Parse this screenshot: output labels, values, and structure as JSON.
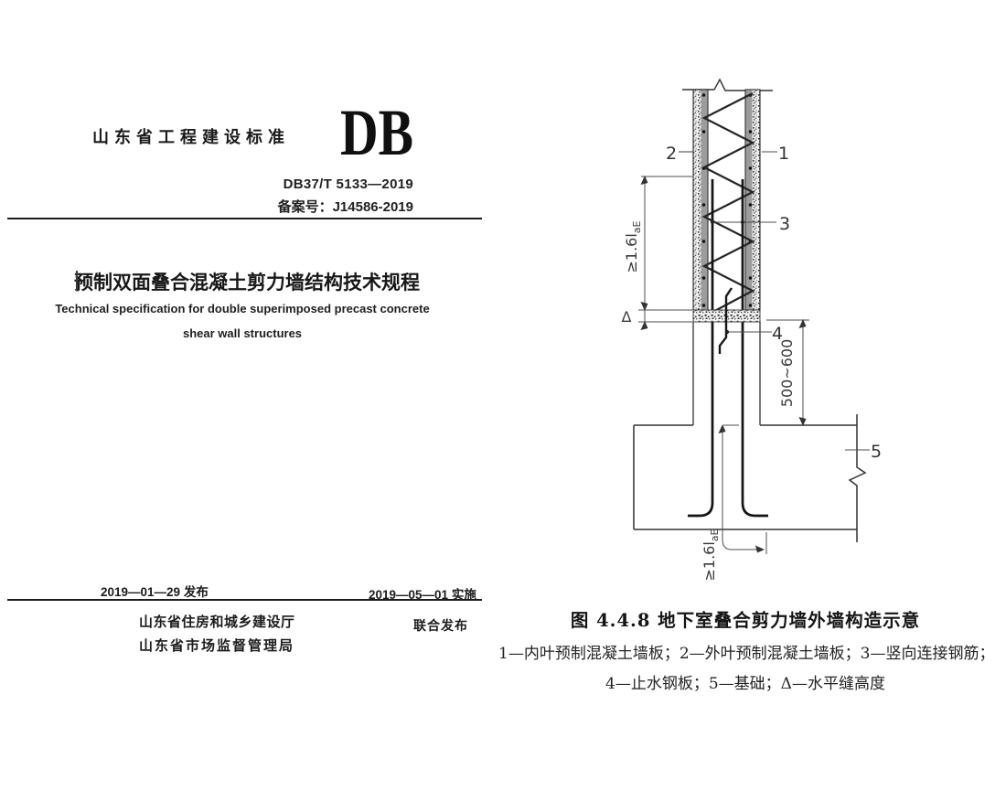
{
  "cover": {
    "header": "山东省工程建设标准",
    "logo": "DB",
    "standard_no": "DB37/T 5133—2019",
    "record_no": "备案号：J14586-2019",
    "title_cn": "预制双面叠合混凝土剪力墙结构技术规程",
    "title_en_line1": "Technical specification for double superimposed precast concrete",
    "title_en_line2": "shear wall structures",
    "issue_date": "2019—01—29 发布",
    "impl_date": "2019—05—01 实施",
    "publisher1": "山东省住房和城乡建设厅",
    "publisher2": "山东省市场监督管理局",
    "joint_publish": "联合发布"
  },
  "figure": {
    "caption": "图 4.4.8 地下室叠合剪力墙外墙构造示意",
    "legend_line1": "1—内叶预制混凝土墙板；2—外叶预制混凝土墙板；3—竖向连接钢筋；",
    "legend_line2": "4—止水钢板；5—基础；Δ—水平缝高度",
    "labels": {
      "l1": "1",
      "l2": "2",
      "l3": "3",
      "l4": "4",
      "l5": "5",
      "delta": "Δ"
    },
    "dims": {
      "lap_main": "≥1.6l",
      "lap_sub": "aE",
      "cip_height": "500~600"
    }
  },
  "colors": {
    "ink": "#1a1a1a",
    "panel_gray": "#9c9c9c"
  }
}
